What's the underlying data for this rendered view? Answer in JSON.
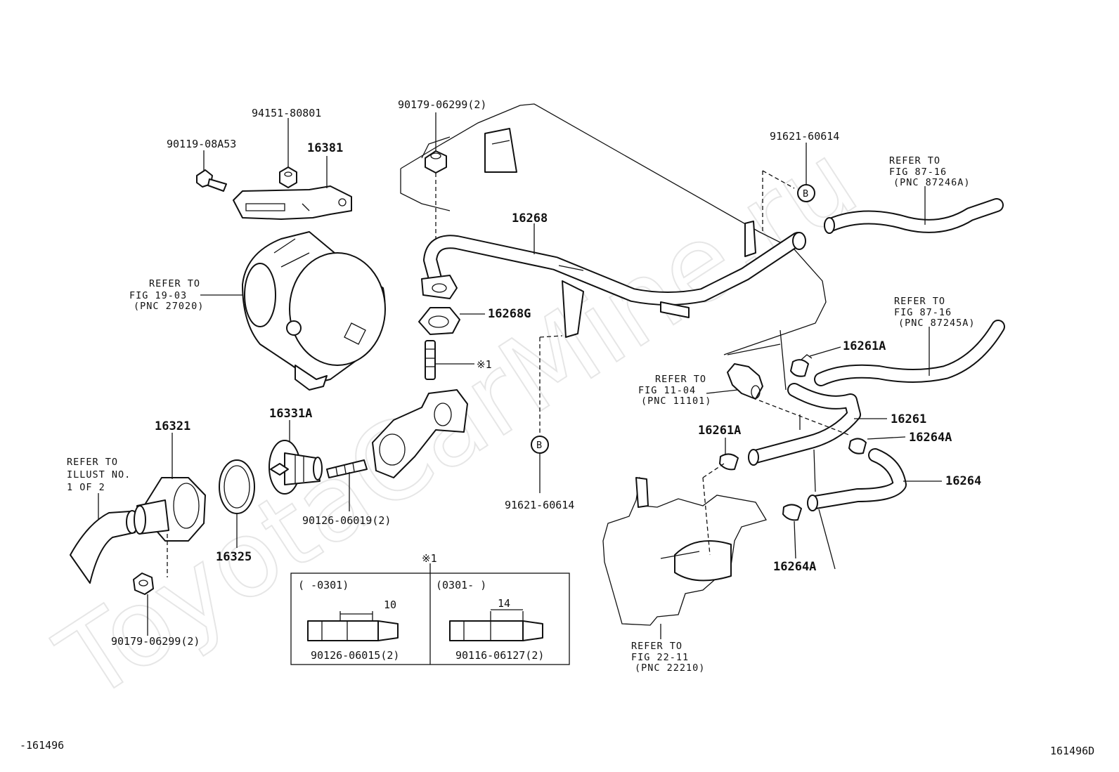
{
  "watermark": "ToyotaCarMine.ru",
  "callouts": {
    "c90179_top": "90179-06299(2)",
    "c94151": "94151-80801",
    "c90119": "90119-08A53",
    "c16381": "16381",
    "c16268": "16268",
    "c16268G": "16268G",
    "c_mark1": "※1",
    "c91621_top": "91621-60614",
    "c16261A_top": "16261A",
    "c16261": "16261",
    "c16261A_mid": "16261A",
    "c16264A_right": "16264A",
    "c16264": "16264",
    "c16264A_bot": "16264A",
    "c16321": "16321",
    "c16331A": "16331A",
    "c16325": "16325",
    "c90126_mid": "90126-06019(2)",
    "c91621_bot": "91621-60614",
    "c90179_bot": "90179-06299(2)",
    "circle_b_top": "B",
    "circle_b_bot": "B"
  },
  "refers": {
    "alternator": [
      "REFER TO",
      "FIG 19-03",
      "(PNC 27020)"
    ],
    "hose_top": [
      "REFER TO",
      "FIG 87-16",
      "(PNC 87246A)"
    ],
    "hose_mid": [
      "REFER TO",
      "FIG 87-16",
      "(PNC 87245A)"
    ],
    "block": [
      "REFER TO",
      "FIG 11-04",
      "(PNC 11101)"
    ],
    "pump": [
      "REFER TO",
      "FIG 22-11",
      "(PNC 22210)"
    ],
    "illust": [
      "REFER TO",
      "ILLUST NO.",
      "1 OF 2"
    ]
  },
  "inset": {
    "mark": "※1",
    "left_range": "(   -0301)",
    "right_range": "(0301-   )",
    "left_dim": "10",
    "right_dim": "14",
    "left_part": "90126-06015(2)",
    "right_part": "90116-06127(2)"
  },
  "footer": {
    "left_code": "-161496",
    "right_code": "161496D"
  }
}
